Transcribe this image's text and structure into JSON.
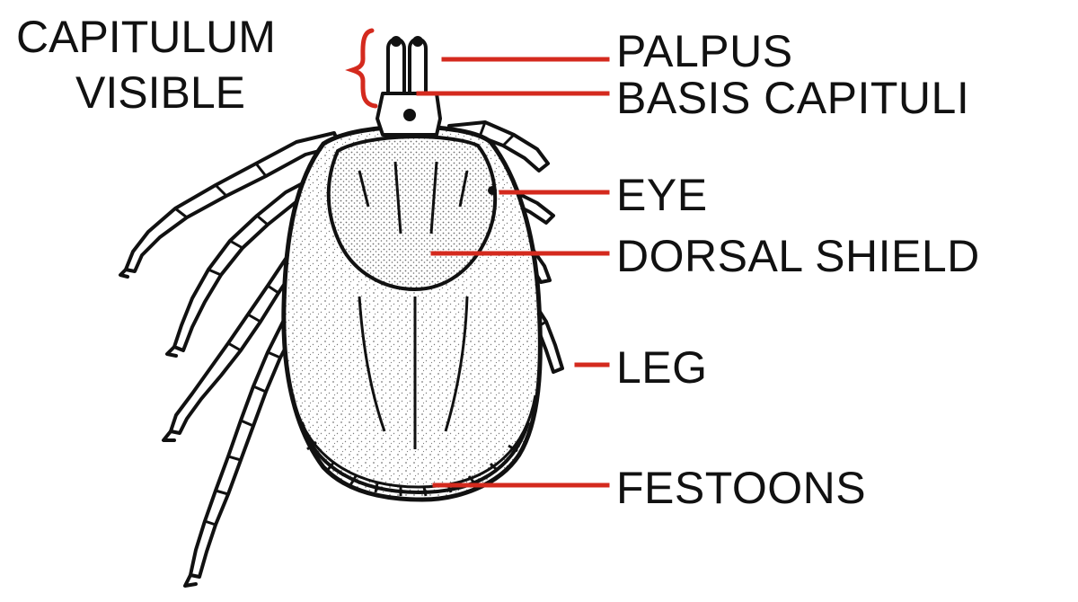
{
  "diagram": {
    "bracket_label": {
      "line1": "CAPITULUM",
      "line2": "VISIBLE"
    },
    "labels": {
      "palpus": "PALPUS",
      "basis_capituli": "BASIS CAPITULI",
      "eye": "EYE",
      "dorsal_shield": "DORSAL SHIELD",
      "leg": "LEG",
      "festoons": "FESTOONS"
    },
    "colors": {
      "leader_line": "#d42a1e",
      "ink": "#111111",
      "background": "#ffffff"
    },
    "subject_icon": "tick-icon"
  }
}
